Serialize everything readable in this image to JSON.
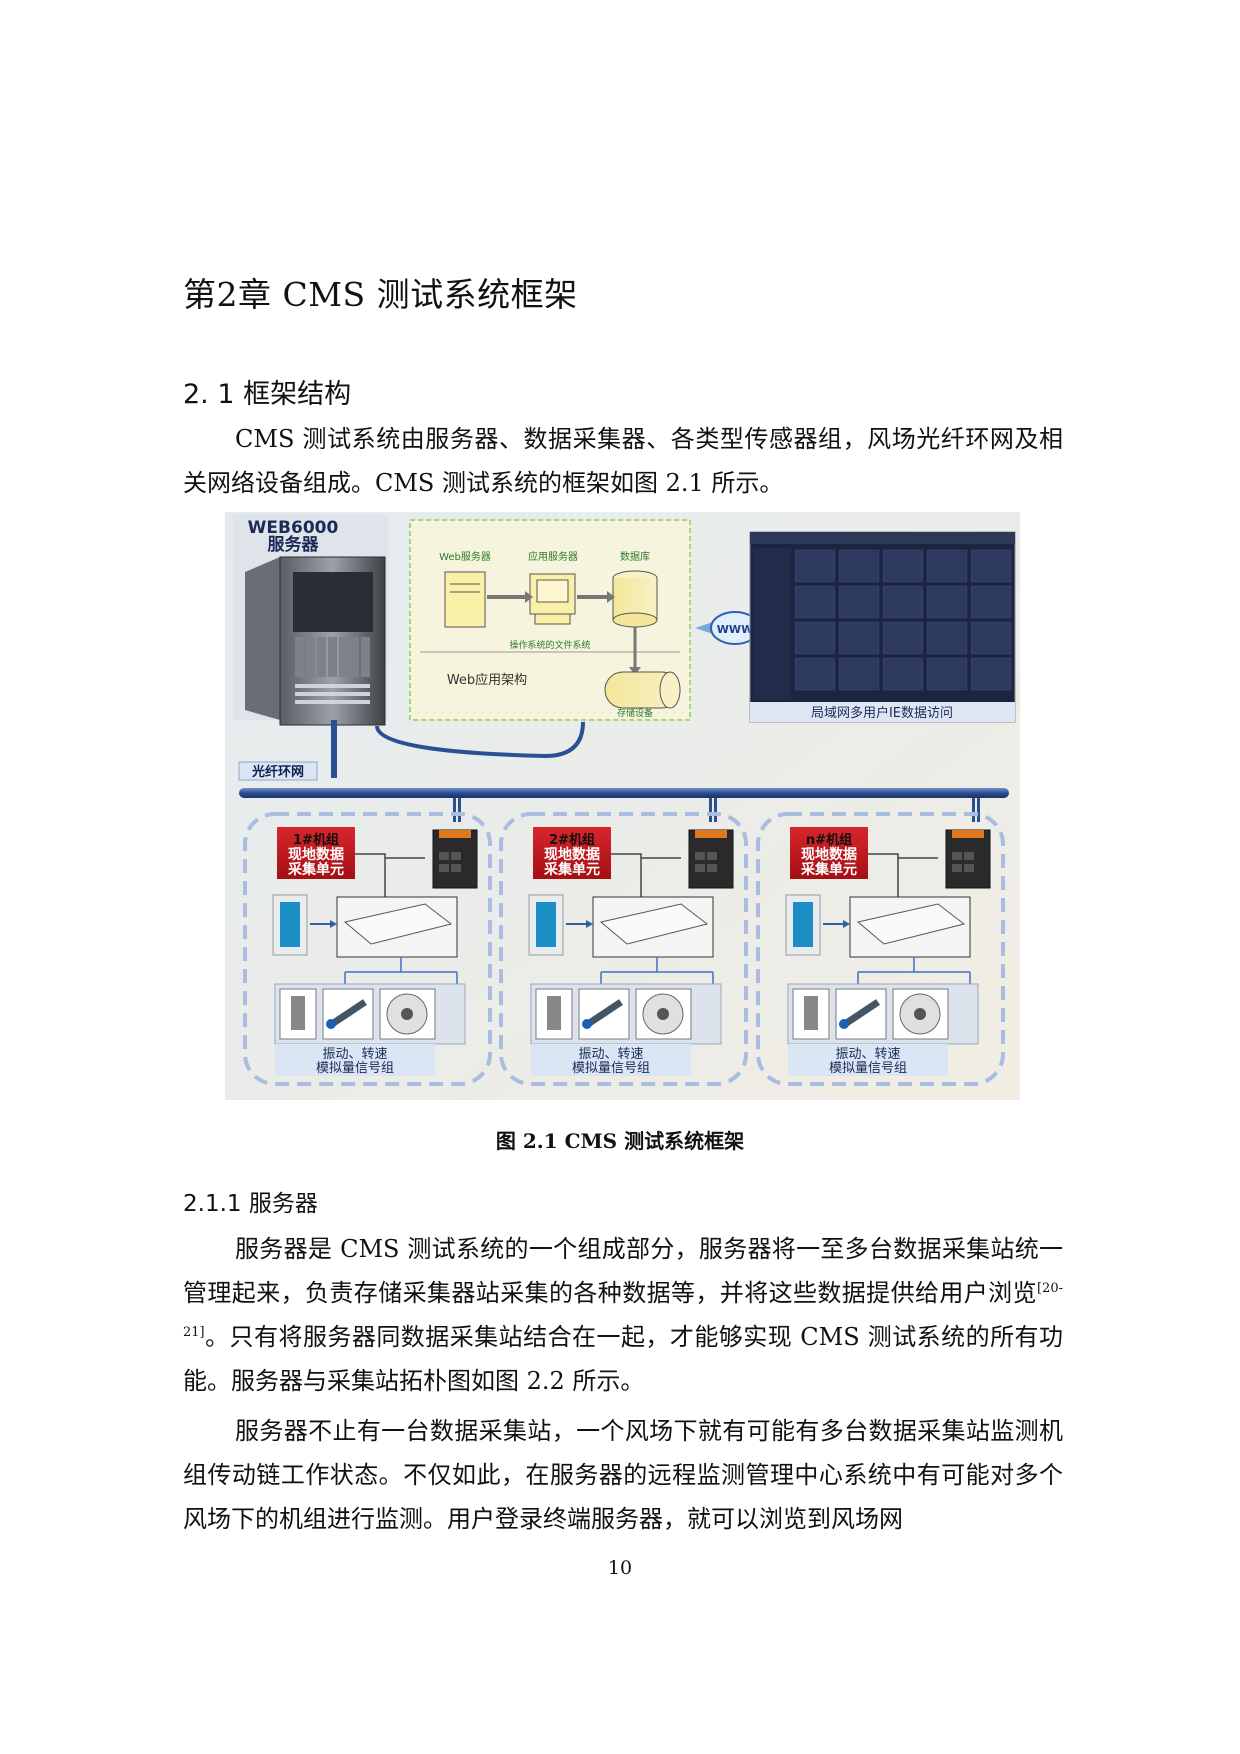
{
  "chapter_title": "第2章  CMS 测试系统框架",
  "section_title": "2. 1  框架结构",
  "paragraph_1": "CMS 测试系统由服务器、数据采集器、各类型传感器组，风场光纤环网及相关网络设备组成。CMS 测试系统的框架如图 2.1 所示。",
  "figure": {
    "server_title_1": "WEB6000",
    "server_title_2": "服务器",
    "web_server": "Web服务器",
    "app_server": "应用服务器",
    "database": "数据库",
    "os_file_system": "操作系统的文件系统",
    "web_architecture": "Web应用架构",
    "storage": "存储设备",
    "www": "WWW",
    "lan_access": "局域网多用户IE数据访问",
    "fiber_ring": "光纤环网",
    "units": [
      {
        "line1": "1#机组",
        "line2": "现地数据",
        "line3": "采集单元",
        "sensor1": "振动、转速",
        "sensor2": "模拟量信号组"
      },
      {
        "line1": "2#机组",
        "line2": "现地数据",
        "line3": "采集单元",
        "sensor1": "振动、转速",
        "sensor2": "模拟量信号组"
      },
      {
        "line1": "n#机组",
        "line2": "现地数据",
        "line3": "采集单元",
        "sensor1": "振动、转速",
        "sensor2": "模拟量信号组"
      }
    ]
  },
  "caption": "图  2.1 CMS 测试系统框架",
  "subsection_title": "2.1.1 服务器",
  "paragraph_2_a": "服务器是 CMS 测试系统的一个组成部分，服务器将一至多台数据采集站统一管理起来，负责存储采集器站采集的各种数据等，并将这些数据提供给用户浏览",
  "paragraph_2_ref": "[20-21]",
  "paragraph_2_b": "。只有将服务器同数据采集站结合在一起，才能够实现 CMS 测试系统的所有功能。服务器与采集站拓朴图如图 2.2 所示。",
  "paragraph_3": "服务器不止有一台数据采集站，一个风场下就有可能有多台数据采集站监测机组传动链工作状态。不仅如此，在服务器的远程监测管理中心系统中有可能对多个风场下的机组进行监测。用户登录终端服务器，就可以浏览到风场网",
  "page_number": "10",
  "colors": {
    "fiber": "#2b4f93",
    "dashed_group": "#a9bde0",
    "red_label": "#c8181e",
    "diagram_bg": "#f7f4de"
  }
}
